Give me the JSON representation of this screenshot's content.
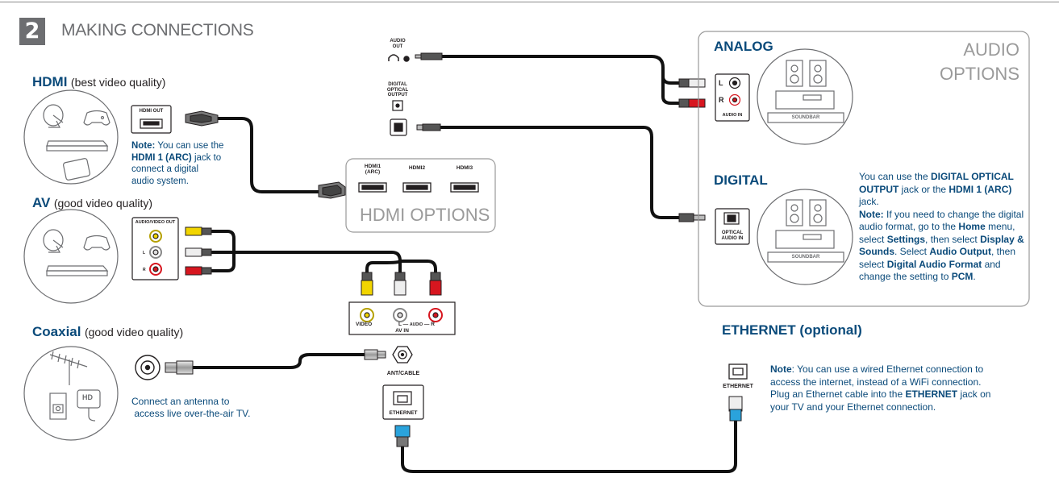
{
  "section": {
    "number": "2",
    "title": "MAKING CONNECTIONS"
  },
  "hdmi": {
    "heading": "HDMI",
    "quality": "(best video quality)",
    "port_label": "HDMI OUT",
    "note_label": "Note:",
    "note_pre": "You can use the",
    "note_bold": "HDMI 1 (ARC)",
    "note_post": "jack to",
    "note_line3": "connect a digital",
    "note_line4": "audio system."
  },
  "av": {
    "heading": "AV",
    "quality": "(good video quality)",
    "port_label": "AUDIO/VIDEO OUT",
    "l": "L",
    "r": "R"
  },
  "coaxial": {
    "heading": "Coaxial",
    "quality": "(good video quality)",
    "caption_line1": "Connect an antenna to",
    "caption_line2": "access live over-the-air TV.",
    "hd_badge": "HD"
  },
  "tv_panel": {
    "audio_out_1": "AUDIO",
    "audio_out_2": "OUT",
    "optical_1": "DIGITAL",
    "optical_2": "OPTICAL",
    "optical_3": "OUTPUT",
    "hdmi1": "HDMI1",
    "hdmi1_arc": "(ARC)",
    "hdmi2": "HDMI2",
    "hdmi3": "HDMI3",
    "hdmi_options": "HDMI OPTIONS",
    "av_video": "VIDEO",
    "av_l": "L",
    "av_audio": "AUDIO",
    "av_r": "R",
    "av_in": "AV IN",
    "ant_cable": "ANT/CABLE",
    "ethernet": "ETHERNET"
  },
  "audio_options": {
    "title_line1": "AUDIO",
    "title_line2": "OPTIONS",
    "analog_heading": "ANALOG",
    "analog_l": "L",
    "analog_r": "R",
    "audio_in": "AUDIO IN",
    "soundbar": "SOUNDBAR",
    "digital_heading": "DIGITAL",
    "optical_in_1": "OPTICAL",
    "optical_in_2": "AUDIO IN",
    "digital_text": [
      {
        "t": "You can use the ",
        "b": false
      },
      {
        "t": "DIGITAL OPTICAL OUTPUT",
        "b": true
      },
      {
        "t": " jack or the ",
        "b": false
      },
      {
        "t": "HDMI 1 (ARC)",
        "b": true
      },
      {
        "t": " jack.",
        "b": false
      }
    ],
    "digital_note": [
      {
        "t": "Note:",
        "b": true
      },
      {
        "t": " If you need to change the digital audio format, go to the ",
        "b": false
      },
      {
        "t": "Home",
        "b": true
      },
      {
        "t": " menu, select ",
        "b": false
      },
      {
        "t": "Settings",
        "b": true
      },
      {
        "t": ", then select ",
        "b": false
      },
      {
        "t": "Display & Sounds",
        "b": true
      },
      {
        "t": ". Select ",
        "b": false
      },
      {
        "t": "Audio Output",
        "b": true
      },
      {
        "t": ", then select ",
        "b": false
      },
      {
        "t": "Digital Audio Format",
        "b": true
      },
      {
        "t": " and change the setting to ",
        "b": false
      },
      {
        "t": "PCM",
        "b": true
      },
      {
        "t": ".",
        "b": false
      }
    ]
  },
  "ethernet": {
    "heading": "ETHERNET (optional)",
    "jack_label": "ETHERNET",
    "note": [
      {
        "t": "Note",
        "b": true
      },
      {
        "t": ": You can use a wired Ethernet connection to access the internet, instead of a WiFi connection. Plug an Ethernet cable into the ",
        "b": false
      },
      {
        "t": "ETHERNET",
        "b": true
      },
      {
        "t": " jack on your TV and your Ethernet connection.",
        "b": false
      }
    ]
  },
  "colors": {
    "heading_blue": "#0a4a7a",
    "cable": "#111111",
    "yellow": "#f2d500",
    "red": "#d7161f",
    "ethernet_tip": "#2aa3dc",
    "outline_gray": "#9a9a9a"
  }
}
